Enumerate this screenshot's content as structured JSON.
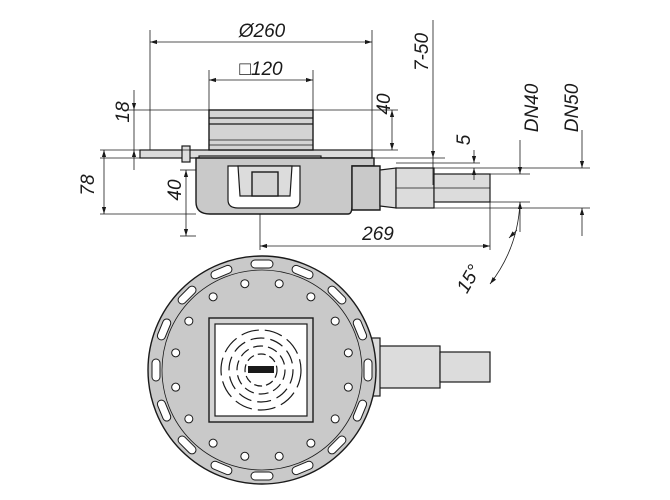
{
  "dimensions": {
    "diameter": "Ø260",
    "grate_size": "□120",
    "adjust_range": "7-50",
    "flange_height": "18",
    "grate_height": "40",
    "outlet_offset": "5",
    "total_height": "78",
    "outlet_height": "40",
    "outlet_length": "269",
    "outlet_dn_inner": "DN40",
    "outlet_dn_outer": "DN50",
    "swivel_angle": "15°"
  },
  "colors": {
    "line": "#1a1a1a",
    "body": "#c9c9c9",
    "grate": "#d4d4d4"
  }
}
